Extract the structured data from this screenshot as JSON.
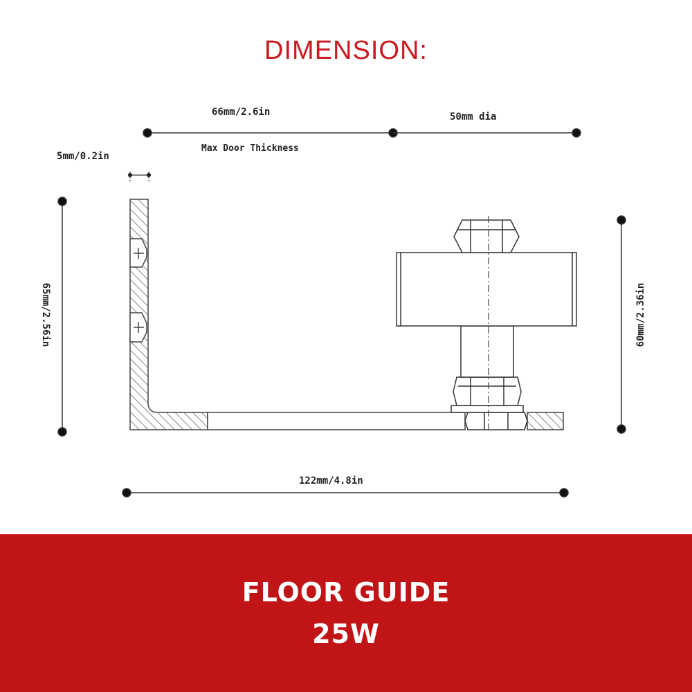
{
  "heading": "DIMENSION:",
  "dimensions": {
    "top_left": "66mm/2.6in",
    "top_right": "50mm dia",
    "max_door": "Max Door Thickness",
    "plate_thickness": "5mm/0.2in",
    "left_height": "65mm/2.56in",
    "right_height": "60mm/2.36in",
    "bottom_width": "122mm/4.8in"
  },
  "banner": {
    "title": "FLOOR GUIDE",
    "model": "25W",
    "color": "#c01417"
  },
  "colors": {
    "heading": "#c8191e",
    "line": "#333333"
  }
}
